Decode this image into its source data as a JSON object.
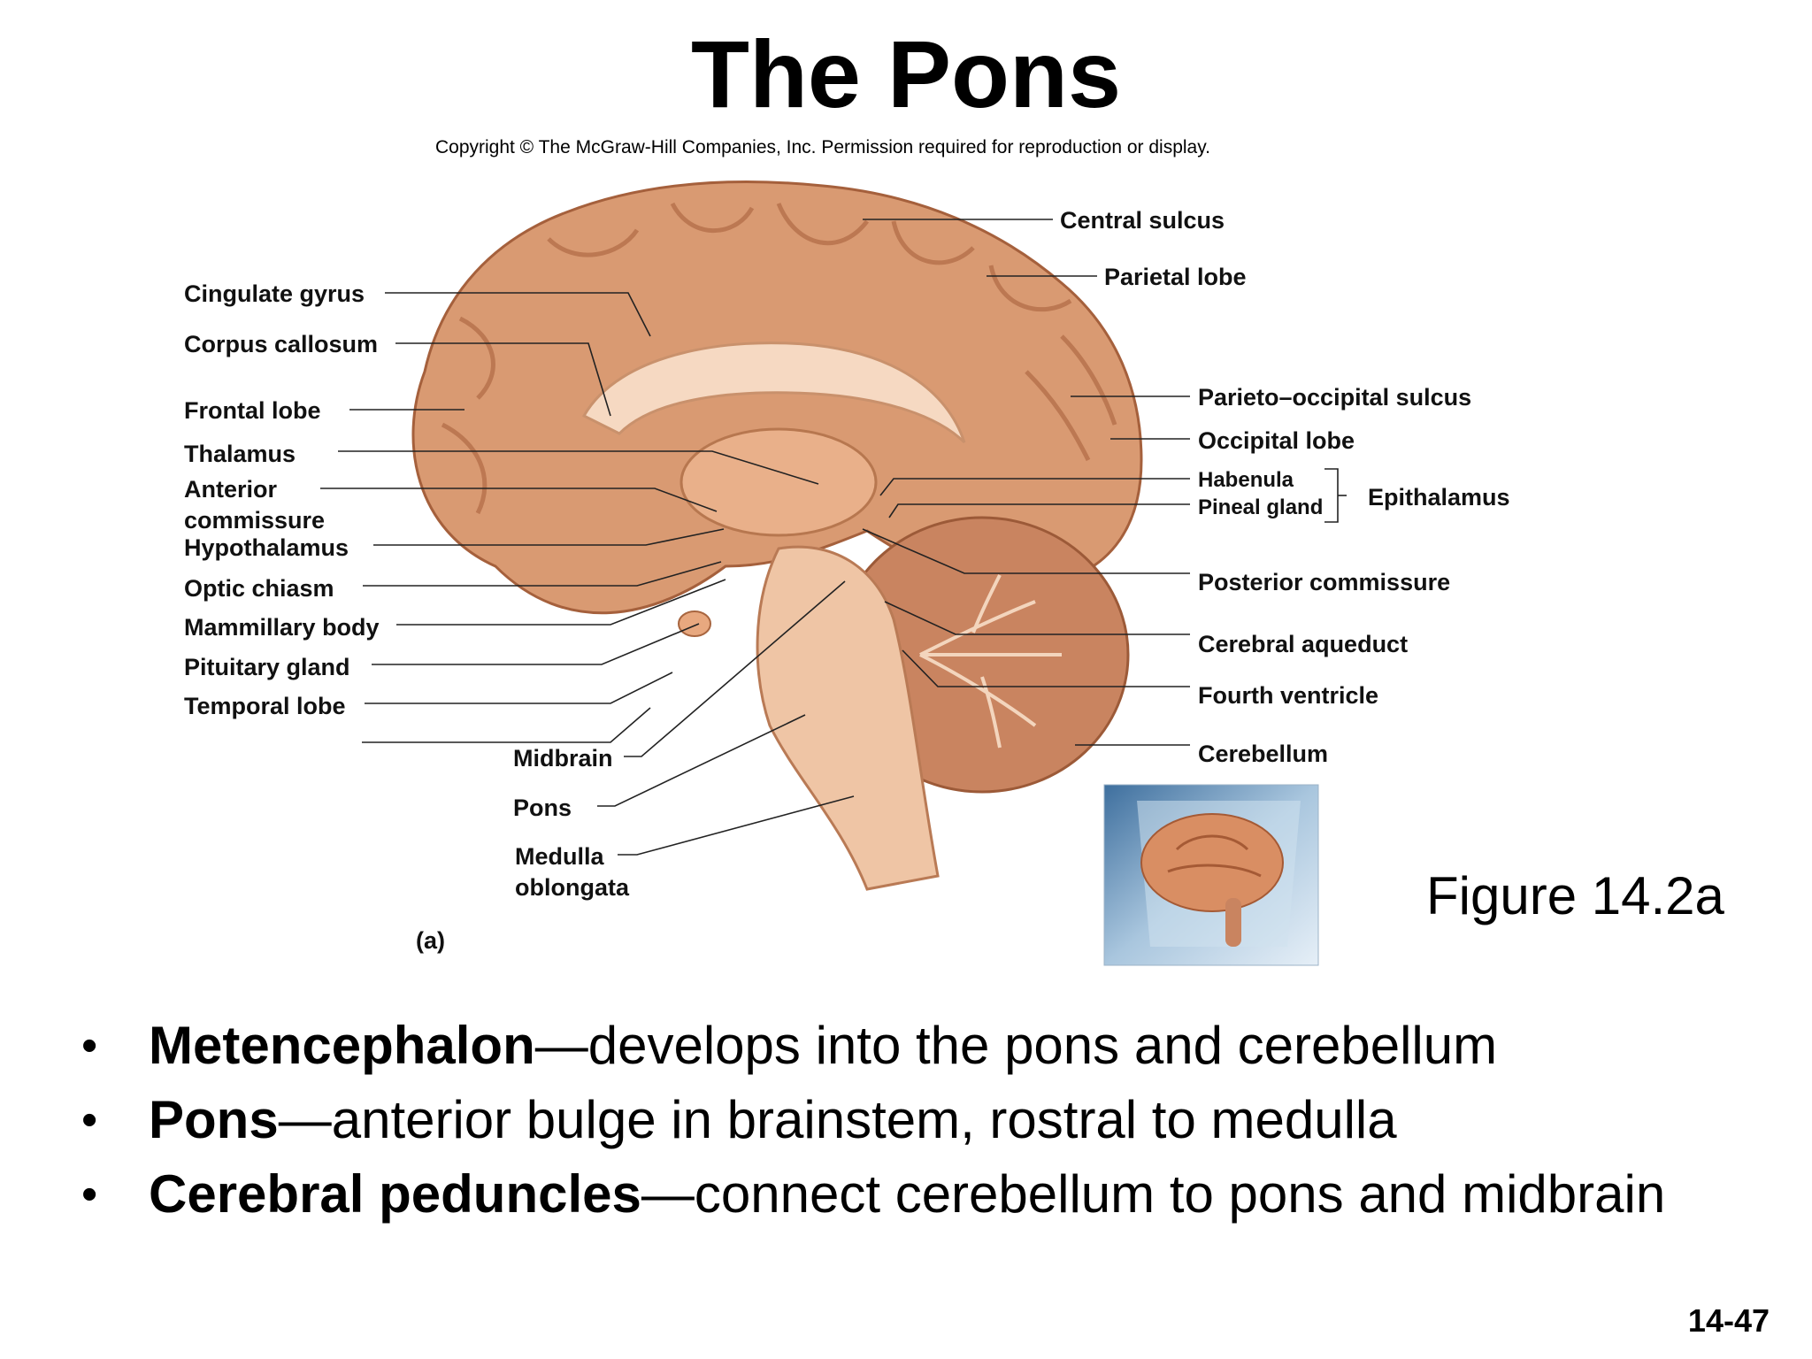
{
  "title": "The Pons",
  "copyright": "Copyright © The McGraw-Hill Companies, Inc. Permission required for reproduction or display.",
  "figure": {
    "panel_label": "(a)",
    "caption": "Figure 14.2a",
    "labels_left": {
      "cingulate_gyrus": "Cingulate gyrus",
      "corpus_callosum": "Corpus callosum",
      "frontal_lobe": "Frontal lobe",
      "thalamus": "Thalamus",
      "anterior_commissure_1": "Anterior",
      "anterior_commissure_2": "commissure",
      "hypothalamus": "Hypothalamus",
      "optic_chiasm": "Optic chiasm",
      "mammillary_body": "Mammillary body",
      "pituitary_gland": "Pituitary gland",
      "temporal_lobe": "Temporal lobe"
    },
    "labels_bottom": {
      "midbrain": "Midbrain",
      "pons": "Pons",
      "medulla_1": "Medulla",
      "medulla_2": "oblongata"
    },
    "labels_right": {
      "central_sulcus": "Central sulcus",
      "parietal_lobe": "Parietal lobe",
      "parieto_occipital_sulcus": "Parieto–occipital sulcus",
      "occipital_lobe": "Occipital lobe",
      "habenula": "Habenula",
      "pineal_gland": "Pineal gland",
      "epithalamus": "Epithalamus",
      "posterior_commissure": "Posterior commissure",
      "cerebral_aqueduct": "Cerebral aqueduct",
      "fourth_ventricle": "Fourth ventricle",
      "cerebellum": "Cerebellum"
    },
    "colors": {
      "cortex": "#d99a72",
      "cortex_dark": "#b9704a",
      "white_matter": "#f6d9c2",
      "brainstem": "#efc5a5",
      "cerebellum": "#c98460"
    }
  },
  "bullets": [
    {
      "term": "Metencephalon",
      "text": "—develops into the pons and cerebellum"
    },
    {
      "term": "Pons",
      "text": "—anterior bulge in brainstem, rostral to medulla"
    },
    {
      "term": "Cerebral peduncles",
      "text": "—connect cerebellum to pons and midbrain"
    }
  ],
  "page_number": "14-47"
}
